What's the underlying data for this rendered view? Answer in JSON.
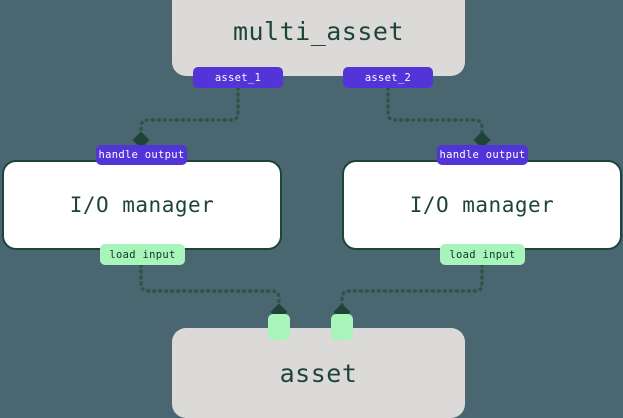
{
  "diagram": {
    "type": "dagster-asset-io-manager-graph",
    "background_color": "#4a6670",
    "node_fill_color": "#dcdad8",
    "iomanager_fill_color": "#ffffff",
    "border_color": "#1e4438",
    "badge_purple_color": "#5234d8",
    "badge_green_color": "#a8f5bc",
    "edge_color": "#2c5545"
  },
  "nodes": {
    "multi_asset": {
      "label": "multi_asset",
      "outputs": [
        {
          "label": "asset_1"
        },
        {
          "label": "asset_2"
        }
      ]
    },
    "io_manager_left": {
      "label": "I/O manager",
      "input_badge": "handle output",
      "output_badge": "load input"
    },
    "io_manager_right": {
      "label": "I/O manager",
      "input_badge": "handle output",
      "output_badge": "load input"
    },
    "asset": {
      "label": "asset",
      "ports": [
        {
          "name": "port-left"
        },
        {
          "name": "port-right"
        }
      ]
    }
  }
}
